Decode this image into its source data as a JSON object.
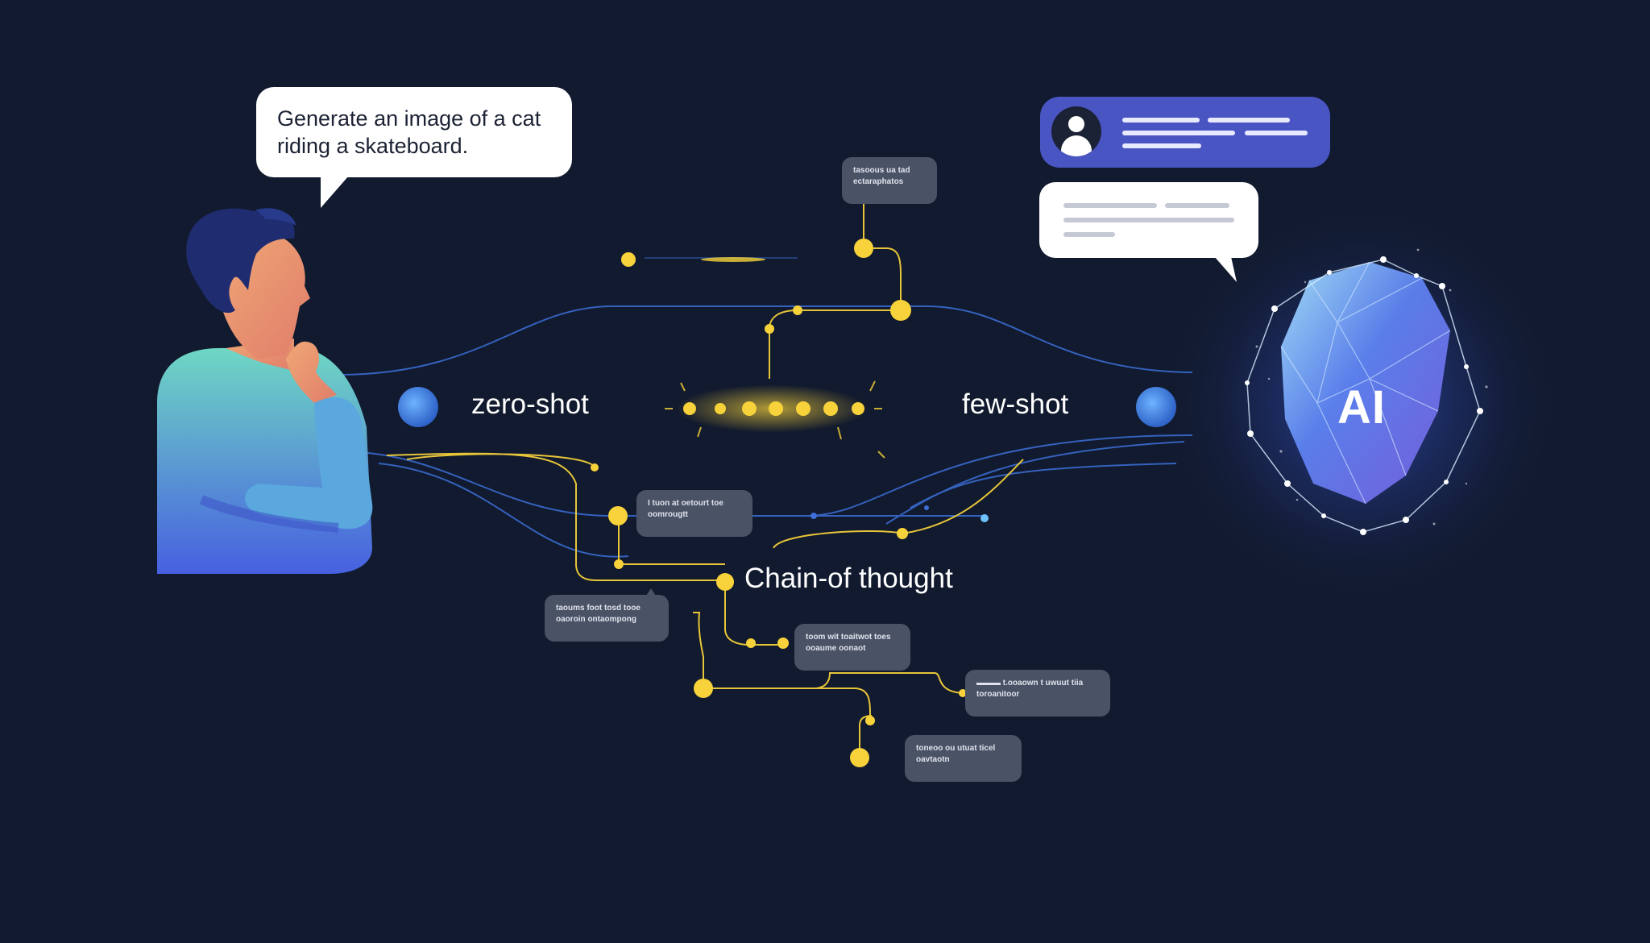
{
  "user_prompt": {
    "line1": "Generate an image of a cat",
    "line2": "riding a skateboard."
  },
  "techniques": {
    "zero_shot": "zero-shot",
    "few_shot": "few-shot",
    "chain_of_thought": "Chain-of thought"
  },
  "ai_label": "AI",
  "cards": [
    {
      "id": "card-top",
      "line1": "tasoous ua tad",
      "line2": "ectaraphatos"
    },
    {
      "id": "card-left-upper",
      "line1": "I tuon at oetourt toe",
      "line2": "oomrougtt"
    },
    {
      "id": "card-left-lower",
      "line1": "taoums foot tosd tooe",
      "line2": "oaoroin ontaompong"
    },
    {
      "id": "card-mid",
      "line1": "toom wit toaitwot toes",
      "line2": "ooaume oonaot"
    },
    {
      "id": "card-right",
      "line1": "▬▬▬ t.ooaown t uwuut tiia",
      "line2": "toroanitoor"
    },
    {
      "id": "card-bottom",
      "line1": "toneoo ou utuat ticel",
      "line2": "oavtaotn"
    }
  ],
  "colors": {
    "background": "#111a2e",
    "yellow_node": "#f7d23a",
    "blue_line": "#3d6fd8",
    "user_bubble": "#4a55c4",
    "card": "#4a5266"
  },
  "icons": {
    "person": "thinking-person-illustration",
    "avatar": "user-avatar-icon",
    "ai_core": "ai-crystal-icon"
  }
}
